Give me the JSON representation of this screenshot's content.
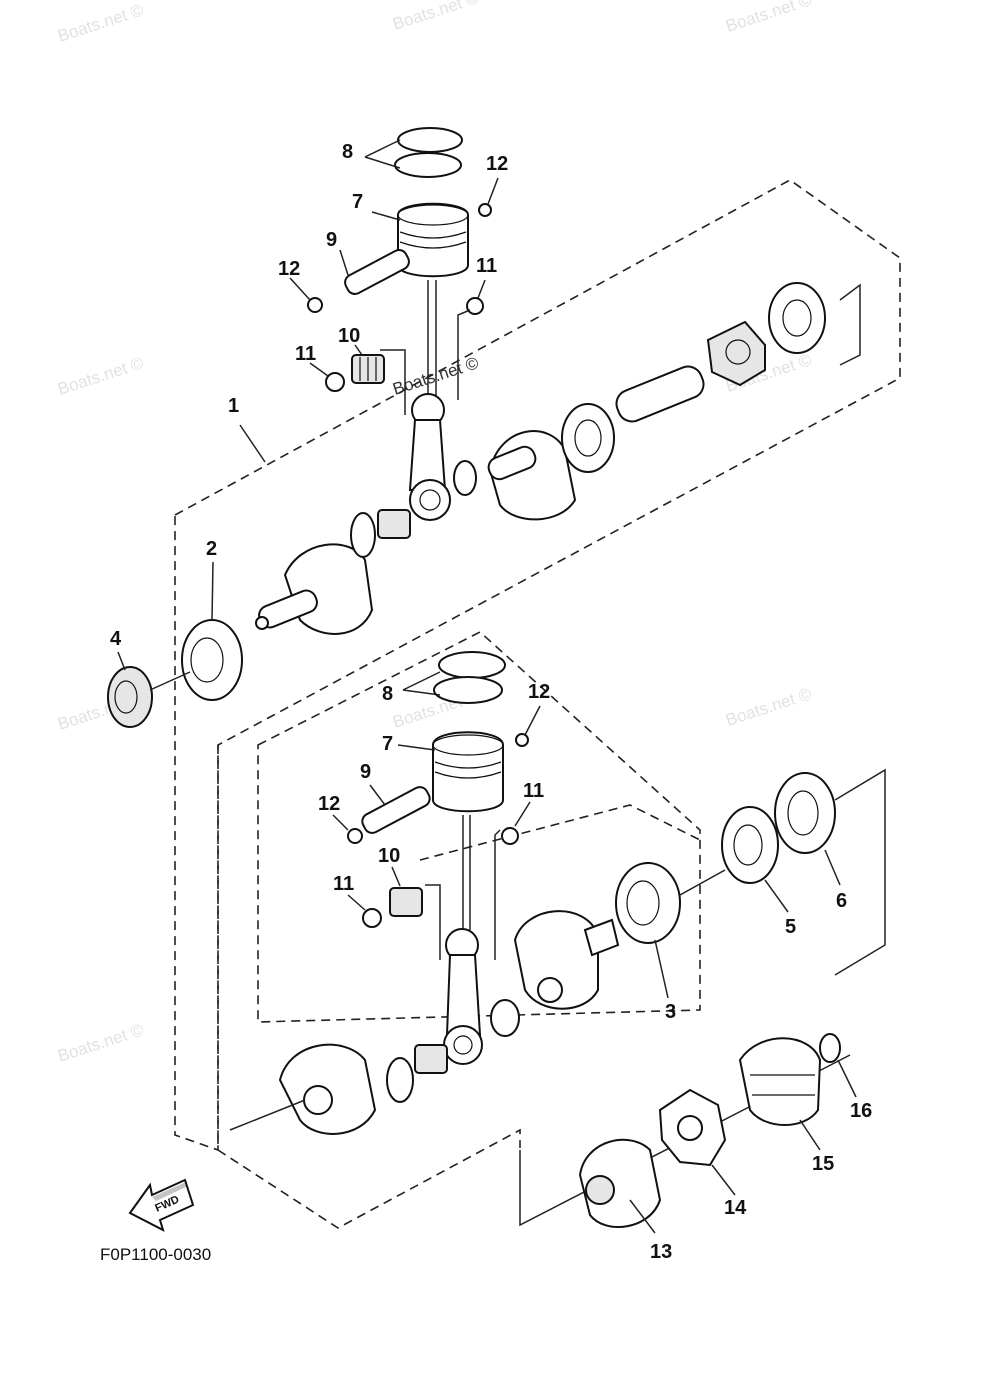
{
  "watermark": "Boats.net ©",
  "diagram_code": "F0P1100-0030",
  "direction_label": "FWD",
  "callouts": {
    "c1": "1",
    "c2": "2",
    "c3": "3",
    "c4": "4",
    "c5": "5",
    "c6": "6",
    "c7a": "7",
    "c7b": "7",
    "c8a": "8",
    "c8b": "8",
    "c9a": "9",
    "c9b": "9",
    "c10a": "10",
    "c10b": "10",
    "c11a": "11",
    "c11b": "11",
    "c11c": "11",
    "c11d": "11",
    "c12a": "12",
    "c12b": "12",
    "c12c": "12",
    "c12d": "12",
    "c13": "13",
    "c14": "14",
    "c15": "15",
    "c16": "16"
  }
}
